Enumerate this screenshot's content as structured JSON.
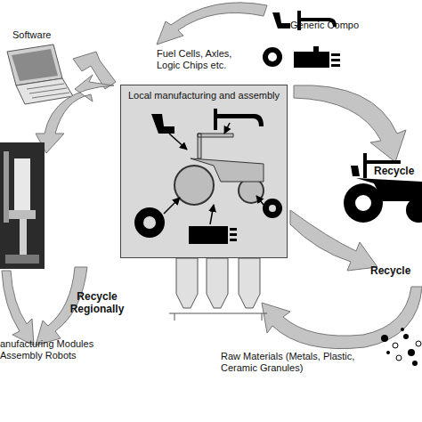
{
  "diagram": {
    "nodes": [
      {
        "text": [
          "Local manufacturing and assembly"
        ]
      }
    ],
    "labels": [
      "Software",
      "Fuel Cells, Axles, Logic Chips etc.",
      "Generic Compo",
      "Recycle",
      "Recycle Regionally",
      "Recycle",
      "anufacturing Modules Assembly Robots",
      "Raw Materials (Metals, Plastic, Ceramic Granules)"
    ]
  }
}
